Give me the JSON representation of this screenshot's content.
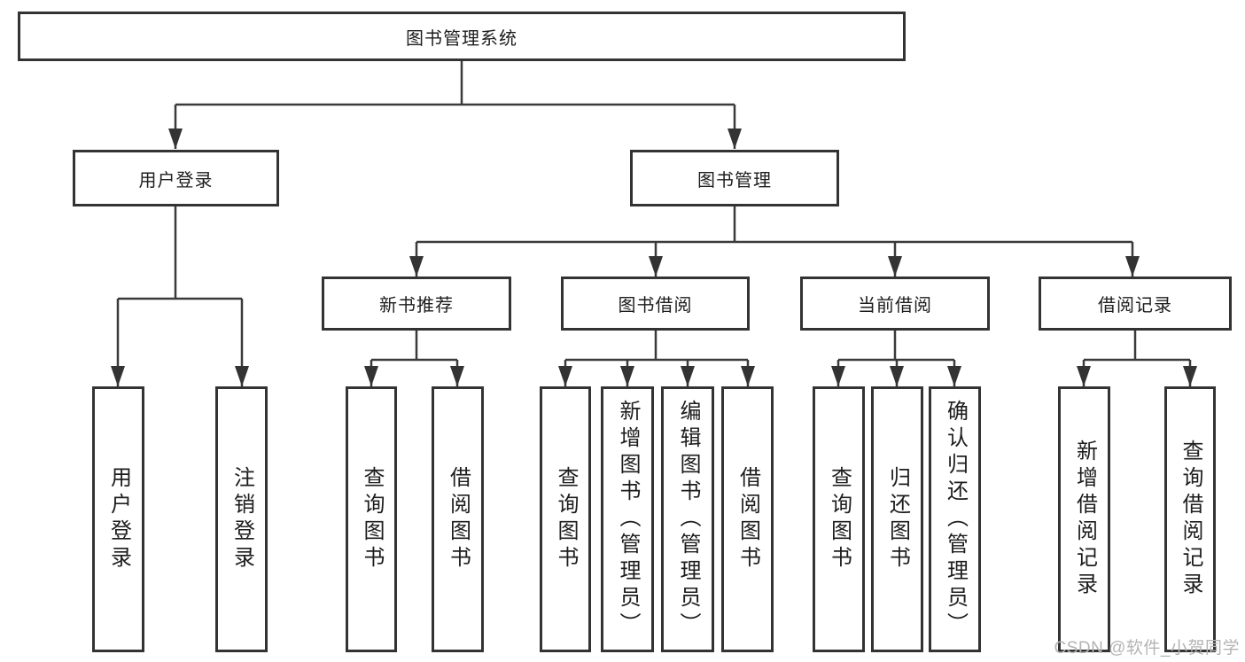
{
  "colors": {
    "line": "#3a3a3a",
    "box_border": "#333333",
    "text": "#1d1d1d",
    "watermark_text": "#b4b4b4"
  },
  "tree": {
    "label": "图书管理系统",
    "children": [
      {
        "label": "用户登录",
        "children": [
          {
            "label": "用户登录"
          },
          {
            "label": "注销登录"
          }
        ]
      },
      {
        "label": "图书管理",
        "children": [
          {
            "label": "新书推荐",
            "children": [
              {
                "label": "查询图书"
              },
              {
                "label": "借阅图书"
              }
            ]
          },
          {
            "label": "图书借阅",
            "children": [
              {
                "label": "查询图书"
              },
              {
                "label": "新增图书（管理员）"
              },
              {
                "label": "编辑图书（管理员）"
              },
              {
                "label": "借阅图书"
              }
            ]
          },
          {
            "label": "当前借阅",
            "children": [
              {
                "label": "查询图书"
              },
              {
                "label": "归还图书"
              },
              {
                "label": "确认归还（管理员）"
              }
            ]
          },
          {
            "label": "借阅记录",
            "children": [
              {
                "label": "新增借阅记录"
              },
              {
                "label": "查询借阅记录"
              }
            ]
          }
        ]
      }
    ]
  },
  "watermark": {
    "text": "CSDN @软件_小贺同学"
  }
}
